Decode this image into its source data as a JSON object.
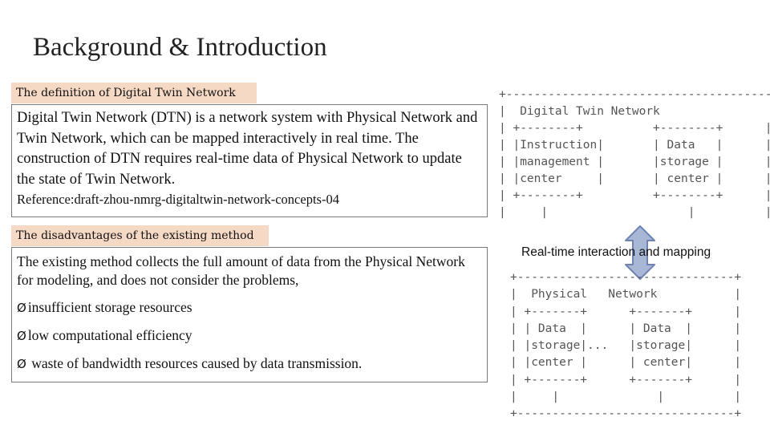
{
  "slide": {
    "title": "Background & Introduction"
  },
  "definition": {
    "tag": "The definition of Digital Twin Network",
    "text": "Digital Twin Network (DTN) is a network system with Physical Network and Twin Network, which can be mapped interactively in real time. The construction of DTN requires real-time data of Physical Network to update the state of Twin Network.",
    "reference": "Reference:draft-zhou-nmrg-digitaltwin-network-concepts-04"
  },
  "disadvantages": {
    "tag": "The disadvantages of the existing method",
    "text": "The existing method collects the full amount of data from the Physical Network for modeling, and does not consider the problems,",
    "bullets": [
      "insufficient storage resources",
      "low computational efficiency",
      " waste of bandwidth resources caused by data transmission."
    ],
    "bullet_symbol": "Ø"
  },
  "diagram": {
    "twin_network_ascii": "+--------------------------------------+\n|  Digital Twin Network                |\n| +--------+          +--------+      |\n| |Instruction|       | Data   |      |\n| |management |       |storage |      |\n| |center     |       | center |      |\n| +--------+          +--------+      |\n|     |                    |          |",
    "caption": "Real-time interaction and mapping",
    "physical_network_ascii": "+-------------------------------+\n|  Physical   Network           |\n| +-------+      +-------+      |\n| | Data  |      | Data  |      |\n| |storage|...   |storage|      |\n| |center |      | center|      |\n| +-------+      +-------+      |\n|     |              |          |\n+-------------------------------+",
    "arrow_color": "#a9b7d6",
    "arrow_border": "#6f84b3"
  }
}
